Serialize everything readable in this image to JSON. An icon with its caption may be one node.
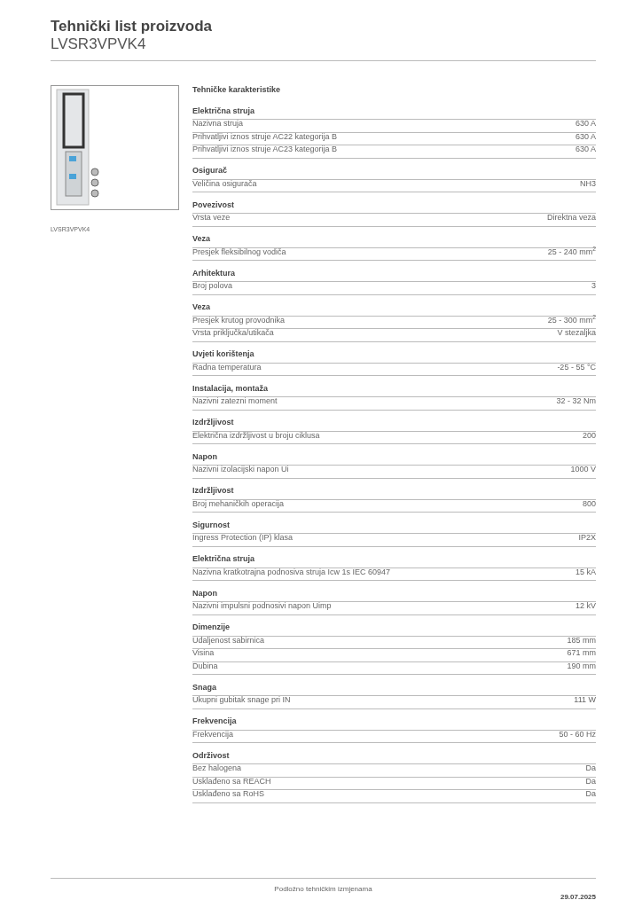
{
  "diagram": {
    "title": "Tehnički list proizvoda",
    "labels": [
      "LVSR3VPVK4",
      "LVSR3VPVK4",
      "Tehničke karakteristike",
      "Električna struja",
      "Nazivna struja",
      "630 A",
      "Prihvatljivi iznos struje AC22 kategorija B",
      "630 A",
      "Prihvatljivi iznos struje AC23 kategorija B",
      "630 A",
      "Osigurač",
      "Veličina osigurača",
      "NH3",
      "Povezivost",
      "Vrsta veze",
      "Direktna veza",
      "Veza",
      "Presjek fleksibilnog vodiča",
      "25 - 240 mm$^{2}$",
      "Arhitektura",
      "Broj polova",
      "3",
      "Veza",
      "Presjek krutog provodnika",
      "25 - 300 mm$^{2}$",
      "Vrsta priključka/utikača",
      "V stezaljka",
      "Uvjeti korištenja",
      "Radna temperatura",
      "-25 - 55 °C",
      "Instalacija, montaža",
      "Nazivni zatezni moment",
      "32 - 32 Nm",
      "Izdržljivost",
      "Električna izdržljivost u broju ciklusa",
      "200",
      "Napon",
      "Nazivni izolacijski napon Ui",
      "1000 V",
      "Izdržljivost",
      "Broj mehaničkih operacija",
      "800",
      "Sigurnost",
      "Ingress Protection (IP) klasa",
      "IP2X",
      "Električna struja",
      "Nazivna kratkotrajna podnosiva struja Icw 1s IEC 60947",
      "15 kA",
      "Napon",
      "Nazivni impulsni podnosivi napon Uimp",
      "12 kV",
      "Dimenzije",
      "Udaljenost sabirnica",
      "185 mm",
      "Visina",
      "671 mm",
      "Dubina",
      "190 mm",
      "Snaga",
      "Ukupni gubitak snage pri IN",
      "111 W",
      "Frekvencija",
      "Frekvencija",
      "50 - 60 Hz",
      "Održivost",
      "Bez halogena",
      "Da",
      "Usklađeno sa REACH",
      "Da",
      "Usklađeno sa RoHS",
      "Da",
      "Podložno tehničkim izmjenama",
      "29.07.2025"
    ]
  }
}
